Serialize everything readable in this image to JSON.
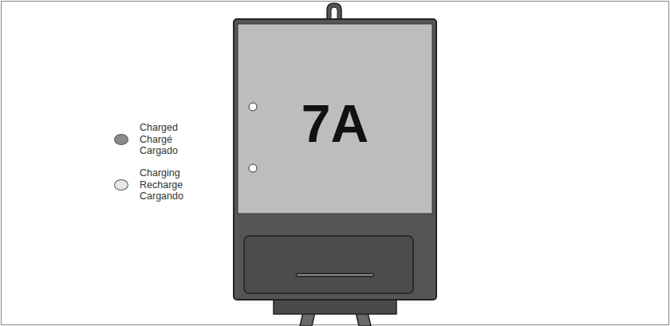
{
  "diagram": {
    "nodes": [
      {
        "text": [
          "7A"
        ]
      }
    ],
    "legend": [
      {
        "text": "Charged Chargé Cargado",
        "color": "#8a8a8a"
      },
      {
        "text": "Charging Recharge Cargando",
        "color": "#e8e8e8"
      }
    ]
  }
}
